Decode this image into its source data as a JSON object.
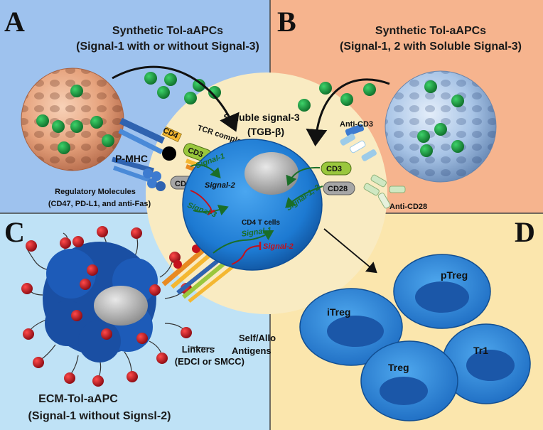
{
  "colors": {
    "panel_a": "#9ec2ee",
    "panel_b": "#f6b48e",
    "panel_c": "#bfe2f6",
    "panel_d": "#fbe6ad",
    "center": "#f9ebc2",
    "tcell": "#1e7fd6",
    "antigen_green": "#1a9a3c",
    "antigen_red": "#c4101c",
    "signal_green": "#1a6e28",
    "signal_red": "#c4101c"
  },
  "panels": {
    "a": {
      "letter": "A",
      "title_line1": "Synthetic Tol-aAPCs",
      "title_line2": "(Signal-1 with or without Signal-3)",
      "p_mhc": "P-MHC",
      "cd4": "CD4",
      "tcr_complex": "TCR complex",
      "cd3": "CD3",
      "cd28": "CD28",
      "reg_line1": "Regulatory Molecules",
      "reg_line2": "(CD47, PD-L1, and anti-Fas)",
      "signal1": "Signal-1",
      "signal2": "Signal-2",
      "signal3": "Signal-3"
    },
    "b": {
      "letter": "B",
      "title_line1": "Synthetic Tol-aAPCs",
      "title_line2": "(Signal-1, 2 with Soluble Signal-3)",
      "anti_cd3": "Anti-CD3",
      "anti_cd28": "Anti-CD28",
      "cd3": "CD3",
      "cd28": "CD28",
      "signal12": "Signal-1, 2"
    },
    "center": {
      "soluble_line1": "Soluble signal-3",
      "soluble_line2": "(TGB-β)",
      "tcell_label": "CD4 T cells",
      "signal1": "Signal-1",
      "signal2": "Signal-2"
    },
    "c": {
      "letter": "C",
      "linkers_line1": "Linkers",
      "linkers_line2": "(EDCI or SMCC)",
      "antigens_line1": "Self/Allo",
      "antigens_line2": "Antigens",
      "title_line1": "ECM-Tol-aAPC",
      "title_line2": "(Signal-1  without Signsl-2)"
    },
    "d": {
      "letter": "D",
      "cells": [
        "pTreg",
        "iTreg",
        "Tr1",
        "Treg"
      ]
    }
  }
}
